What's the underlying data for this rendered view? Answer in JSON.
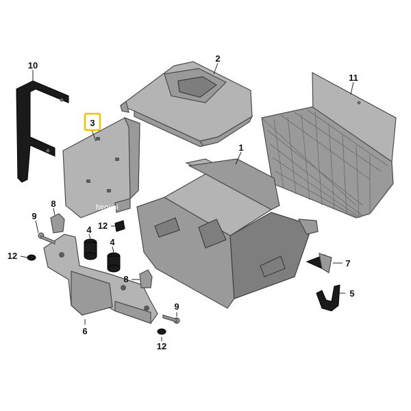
{
  "watermark": "hirochi",
  "highlight_color": "#f2c200",
  "callouts": {
    "c1": "1",
    "c2": "2",
    "c3": "3",
    "c4a": "4",
    "c4b": "4",
    "c5": "5",
    "c6": "6",
    "c7": "7",
    "c8a": "8",
    "c8b": "8",
    "c9a": "9",
    "c9b": "9",
    "c10": "10",
    "c11": "11",
    "c12a": "12",
    "c12b": "12",
    "c12c": "12"
  }
}
